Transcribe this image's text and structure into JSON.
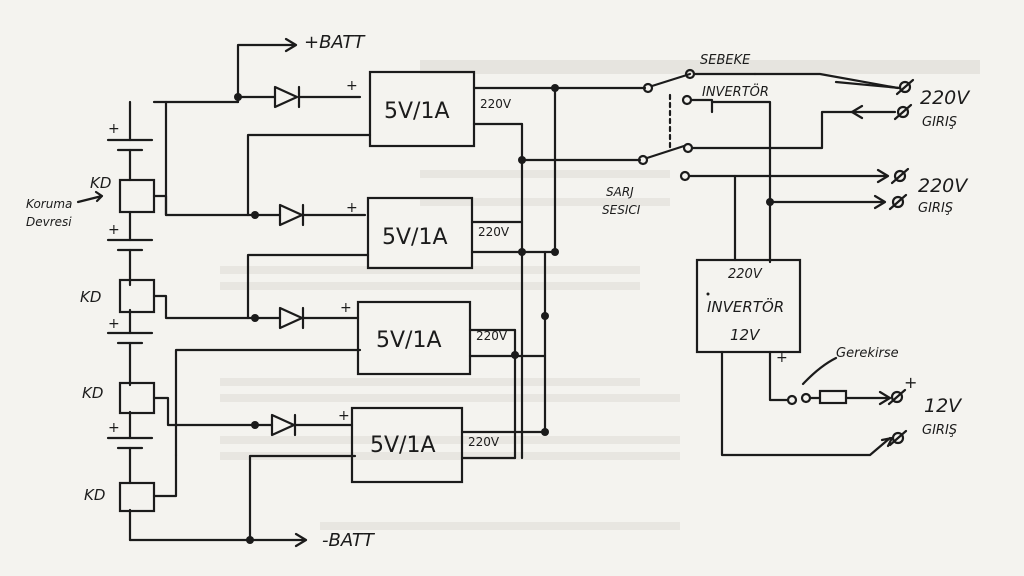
{
  "labels": {
    "batt_plus": "+BATT",
    "batt_minus": "-BATT",
    "koruma_devresi": [
      "Koruma",
      "Devresi"
    ],
    "kd": "KD",
    "module_ratio": "5V/1A",
    "module_out": "220V",
    "plus": "+",
    "sebeke": "SEBEKE",
    "inverter_switch": "INVERTÖR",
    "sarj_sesici": [
      "SARJ",
      "SESICI"
    ],
    "inverter_box": {
      "top": "220V",
      "mid": "INVERTÖR",
      "bottom": "12V"
    },
    "ac_in_1": {
      "value": "220V",
      "label": "GIRIŞ"
    },
    "ac_in_2": {
      "value": "220V",
      "label": "GIRIŞ"
    },
    "dc_in": {
      "value": "12V",
      "label": "GIRIŞ"
    },
    "fuse_label": "Gerekirse"
  },
  "modules": [
    {
      "id": 1,
      "text": "5V/1A",
      "out": "220V"
    },
    {
      "id": 2,
      "text": "5V/1A",
      "out": "220V"
    },
    {
      "id": 3,
      "text": "5V/1A",
      "out": "220V"
    },
    {
      "id": 4,
      "text": "5V/1A",
      "out": "220V"
    }
  ],
  "protection_circuits": [
    "KD",
    "KD",
    "KD",
    "KD"
  ]
}
